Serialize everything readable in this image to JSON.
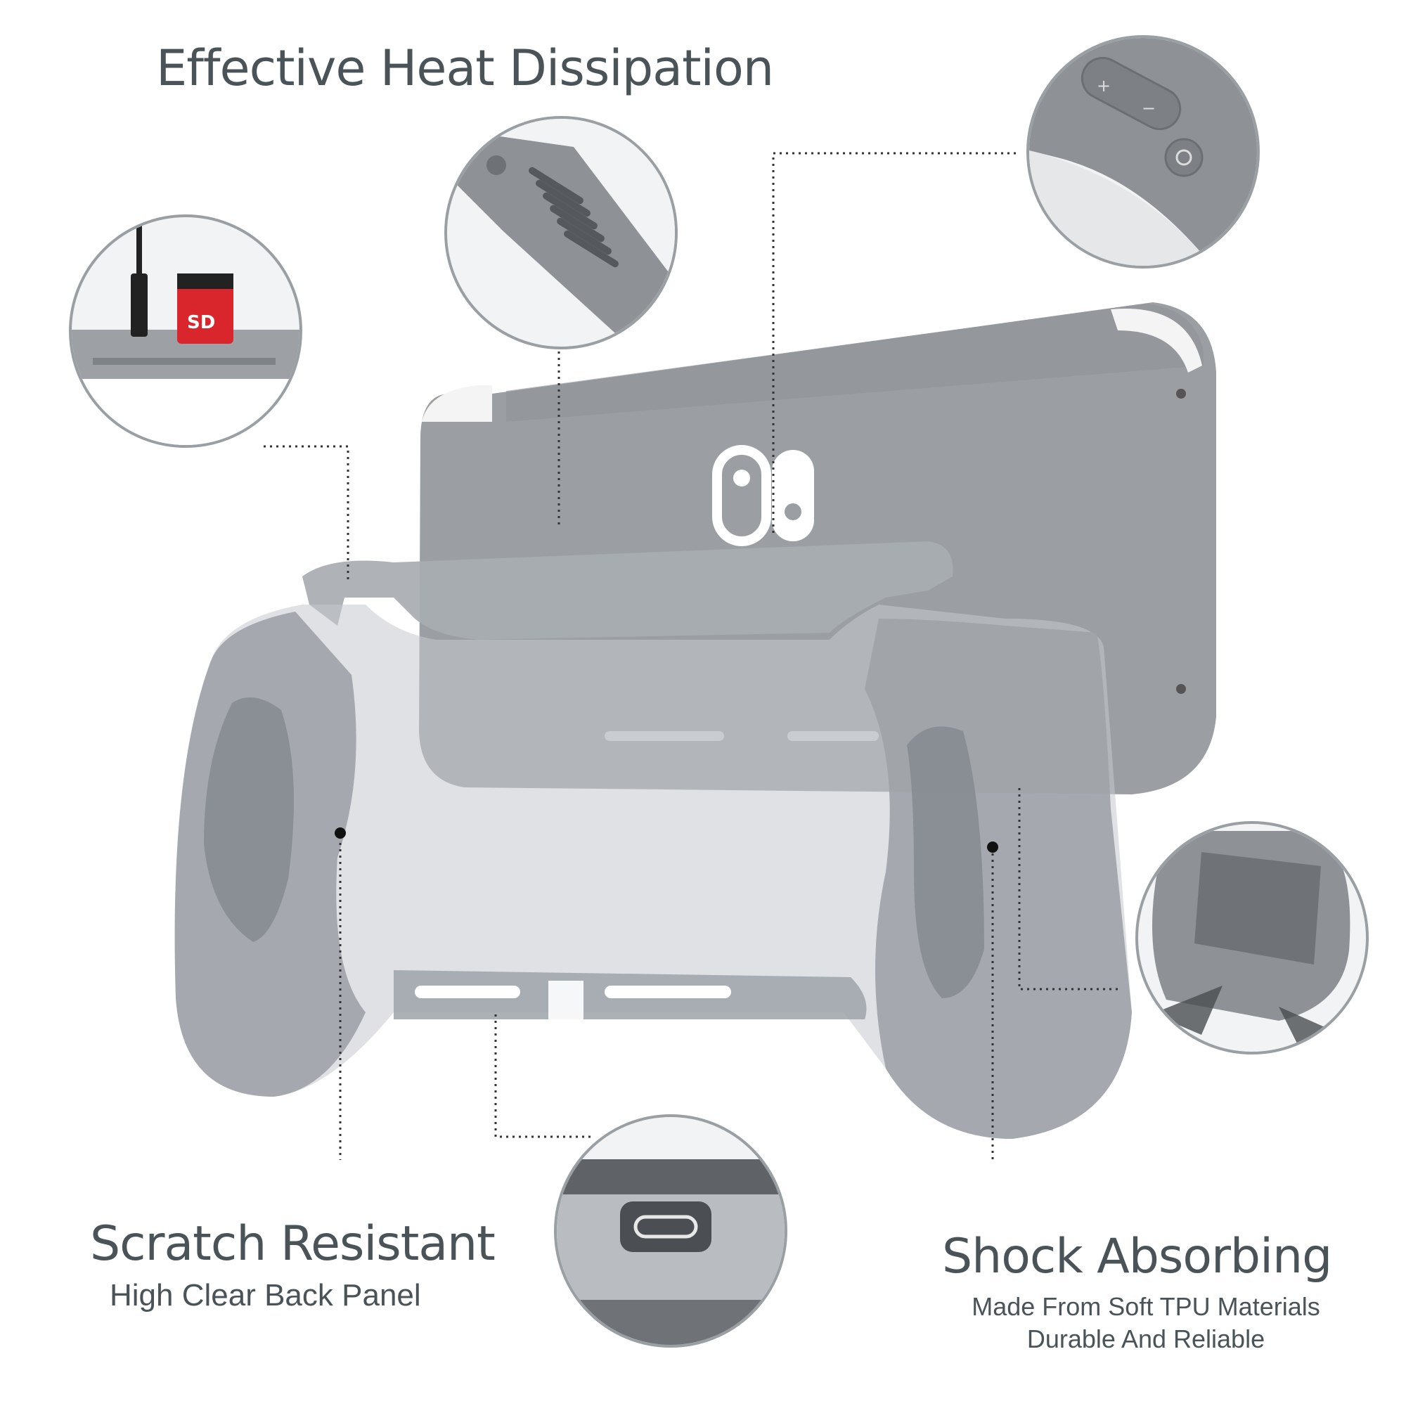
{
  "features": {
    "heat": {
      "title": "Effective Heat Dissipation"
    },
    "scratch": {
      "title": "Scratch Resistant",
      "subtitle": "High Clear Back Panel"
    },
    "shock": {
      "title": "Shock Absorbing",
      "subtitle_line1": "Made From Soft TPU Materials",
      "subtitle_line2": "Durable And Reliable"
    }
  },
  "colors": {
    "text": "#4a5358",
    "console": "#9b9fa3",
    "case": "#b8bcc2",
    "accent_sd": "#d8262c",
    "dotted_line": "#333333"
  },
  "icons": [
    "sd-card-icon",
    "headphone-jack-icon",
    "switch-logo-icon",
    "usb-c-port-icon",
    "volume-buttons-icon",
    "power-button-icon"
  ]
}
